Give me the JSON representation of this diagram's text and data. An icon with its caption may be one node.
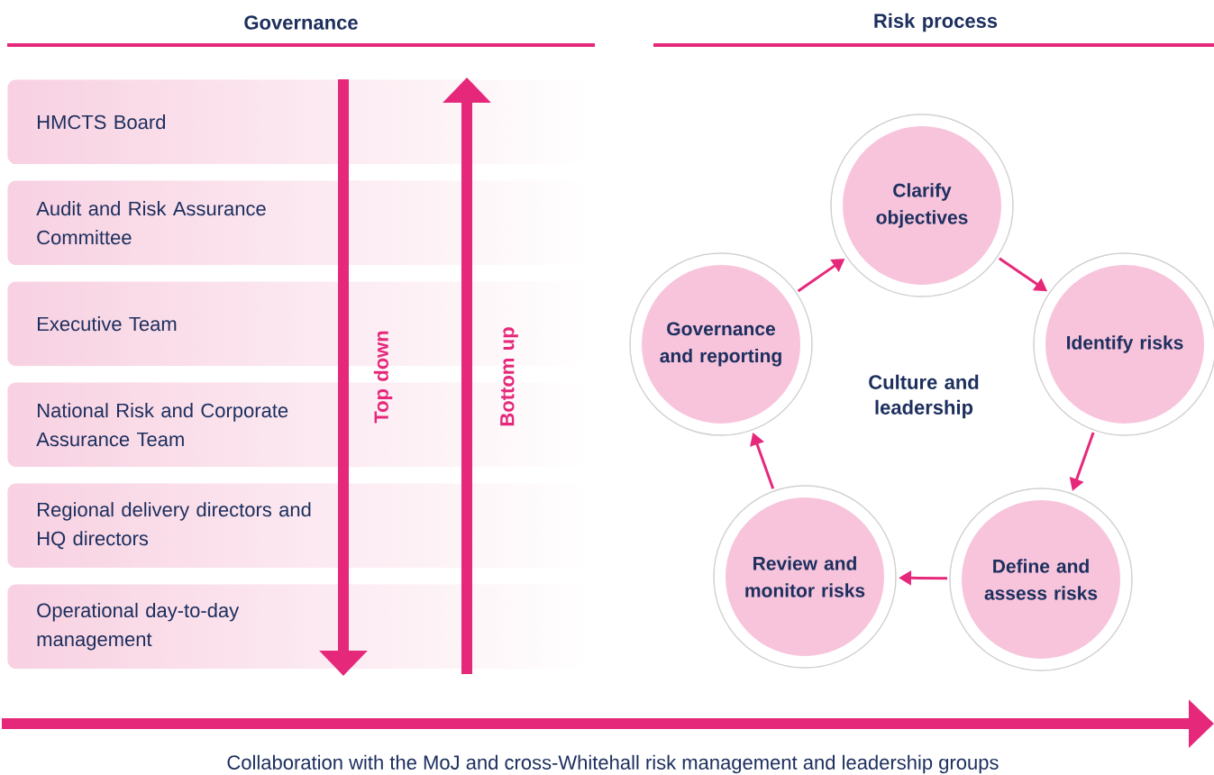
{
  "diagram": {
    "caption": "Collaboration with the MoJ and cross-Whitehall risk management and leadership groups",
    "nodes": [
      {
        "text": [
          "HMCTS Board"
        ]
      },
      {
        "text": [
          "Audit and Risk Assurance Committee"
        ]
      },
      {
        "text": [
          "Executive Team"
        ]
      },
      {
        "text": [
          "National Risk and Corporate Assurance Team"
        ]
      },
      {
        "text": [
          "Regional delivery directors and HQ directors"
        ]
      },
      {
        "text": [
          "Operational day-to-day management"
        ]
      },
      {
        "text": [
          "Clarify objectives"
        ]
      },
      {
        "text": [
          "Identify risks"
        ]
      },
      {
        "text": [
          "Define and assess risks"
        ]
      },
      {
        "text": [
          "Review and monitor risks"
        ]
      },
      {
        "text": [
          "Governance and reporting"
        ]
      }
    ],
    "edges": [
      {
        "from": 6,
        "to": 7,
        "arrow": "to"
      },
      {
        "from": 7,
        "to": 8,
        "arrow": "to"
      },
      {
        "from": 8,
        "to": 9,
        "arrow": "to"
      },
      {
        "from": 9,
        "to": 10,
        "arrow": "to"
      },
      {
        "from": 10,
        "to": 6,
        "arrow": "to"
      }
    ],
    "labels": [
      "Governance",
      "Risk process",
      "Top down",
      "Bottom up",
      "Culture and leadership"
    ]
  }
}
